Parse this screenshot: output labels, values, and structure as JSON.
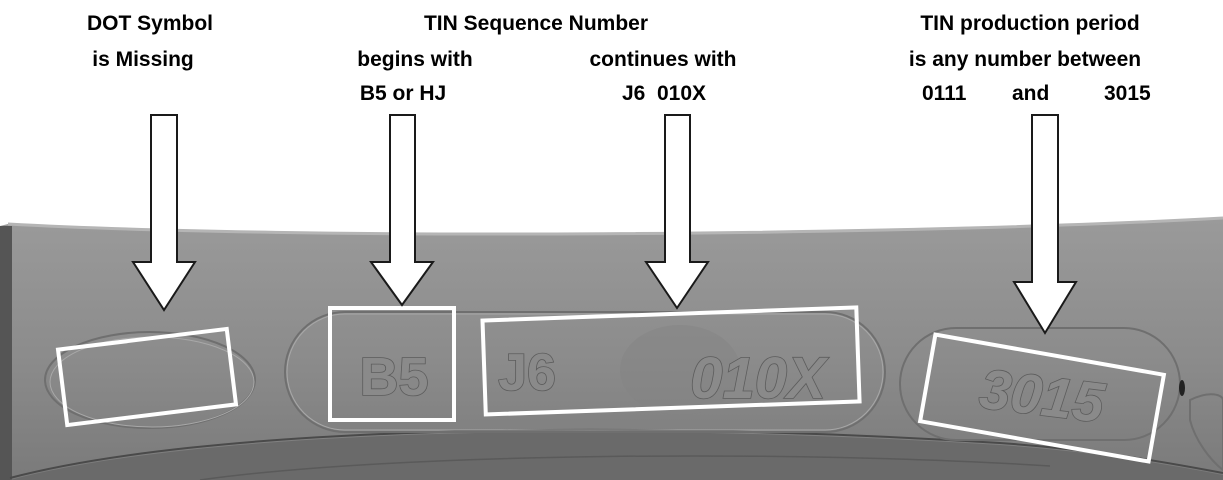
{
  "annotations": {
    "dot": {
      "line1": "DOT Symbol",
      "line2": "is Missing"
    },
    "tin_sequence": {
      "title": "TIN Sequence Number",
      "begins_line1": "begins with",
      "begins_line2": "B5 or HJ",
      "continues_line1": "continues with",
      "continues_line2": "J6  010X"
    },
    "production": {
      "line1": "TIN production period",
      "line2": "is any number between",
      "from": "0111",
      "and": "and",
      "to": "3015"
    }
  },
  "tire_markings": {
    "plant": "B5",
    "size": "J6",
    "code": "010X",
    "date": "3015"
  },
  "colors": {
    "tire": "#8c8c8c",
    "box": "#ffffff",
    "arrow_fill": "#ffffff",
    "arrow_stroke": "#1a1a1a"
  }
}
